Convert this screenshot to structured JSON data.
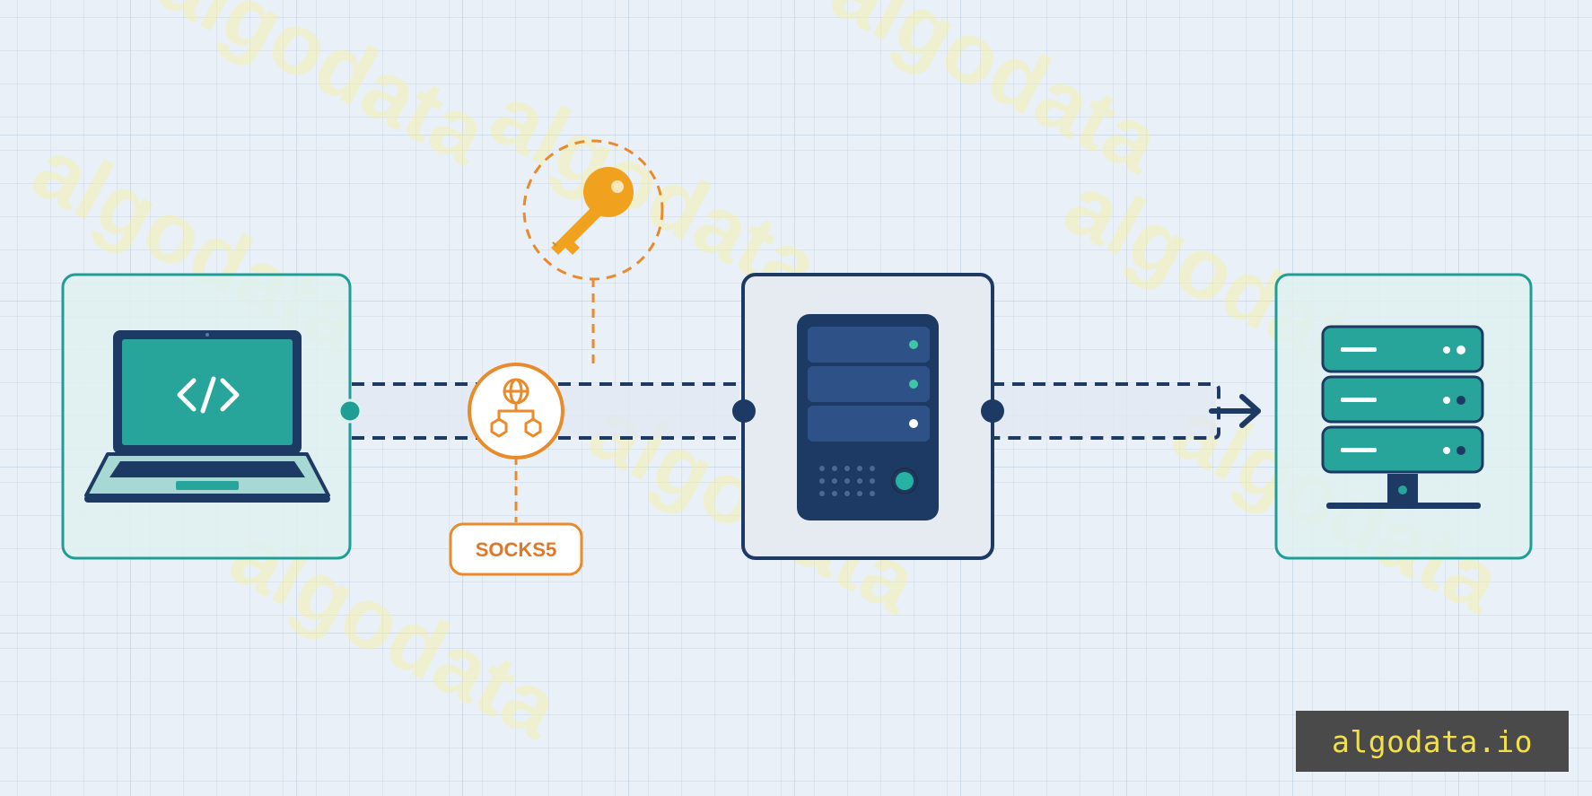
{
  "diagram": {
    "proxy_label": "SOCKS5",
    "colors": {
      "teal": "#1f9e96",
      "navy": "#1c3a63",
      "orange": "#e98a2b",
      "key": "#f0a21f"
    },
    "nodes": [
      {
        "id": "client",
        "icon": "laptop-code-icon"
      },
      {
        "id": "proxy",
        "icon": "socks5-network-icon"
      },
      {
        "id": "auth",
        "icon": "key-icon"
      },
      {
        "id": "proxy-server",
        "icon": "server-tower-icon"
      },
      {
        "id": "destination",
        "icon": "server-rack-icon"
      }
    ]
  },
  "watermark": {
    "text": "algodata",
    "badge": "algodata.io"
  }
}
